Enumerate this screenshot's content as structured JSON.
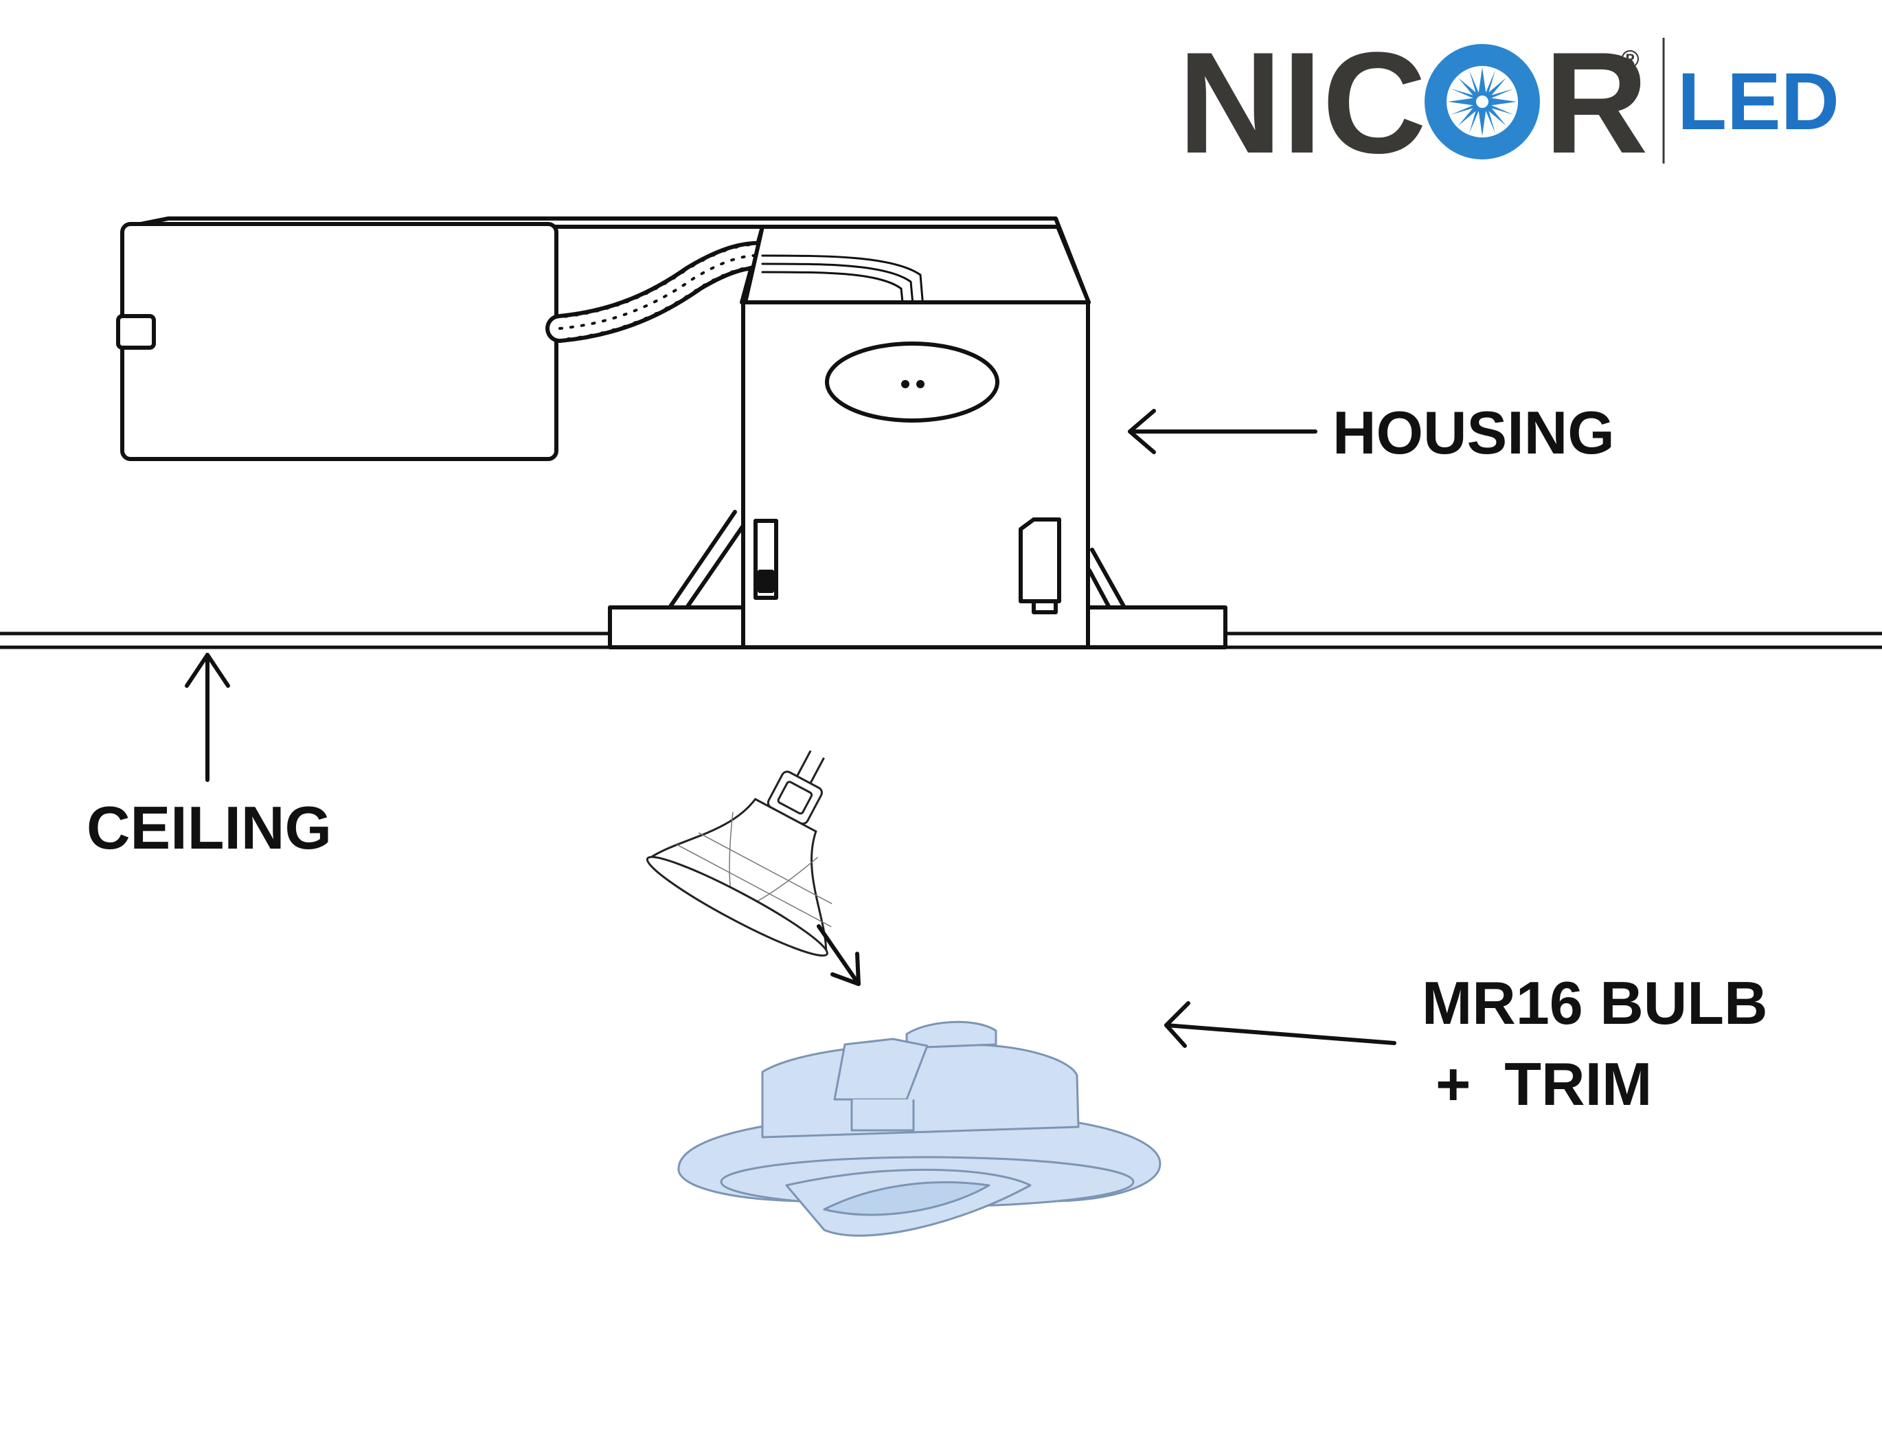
{
  "brand": {
    "name_part1": "NIC",
    "name_part2": "R",
    "registered": "®",
    "product_line": "LED",
    "colors": {
      "wordmark": "#3b3936",
      "accent": "#1f73c5",
      "star": "#2b86cf"
    }
  },
  "labels": {
    "housing": "HOUSING",
    "ceiling": "CEILING",
    "bulb_line1": "MR16 BULB",
    "bulb_line2": "+  TRIM"
  },
  "colors": {
    "line": "#111111",
    "trim_fill": "#cfe0f4",
    "trim_stroke": "#7d95b3"
  },
  "icons": [
    "starburst-icon",
    "arrow-left-icon",
    "arrow-up-icon",
    "arrow-down-right-icon"
  ]
}
